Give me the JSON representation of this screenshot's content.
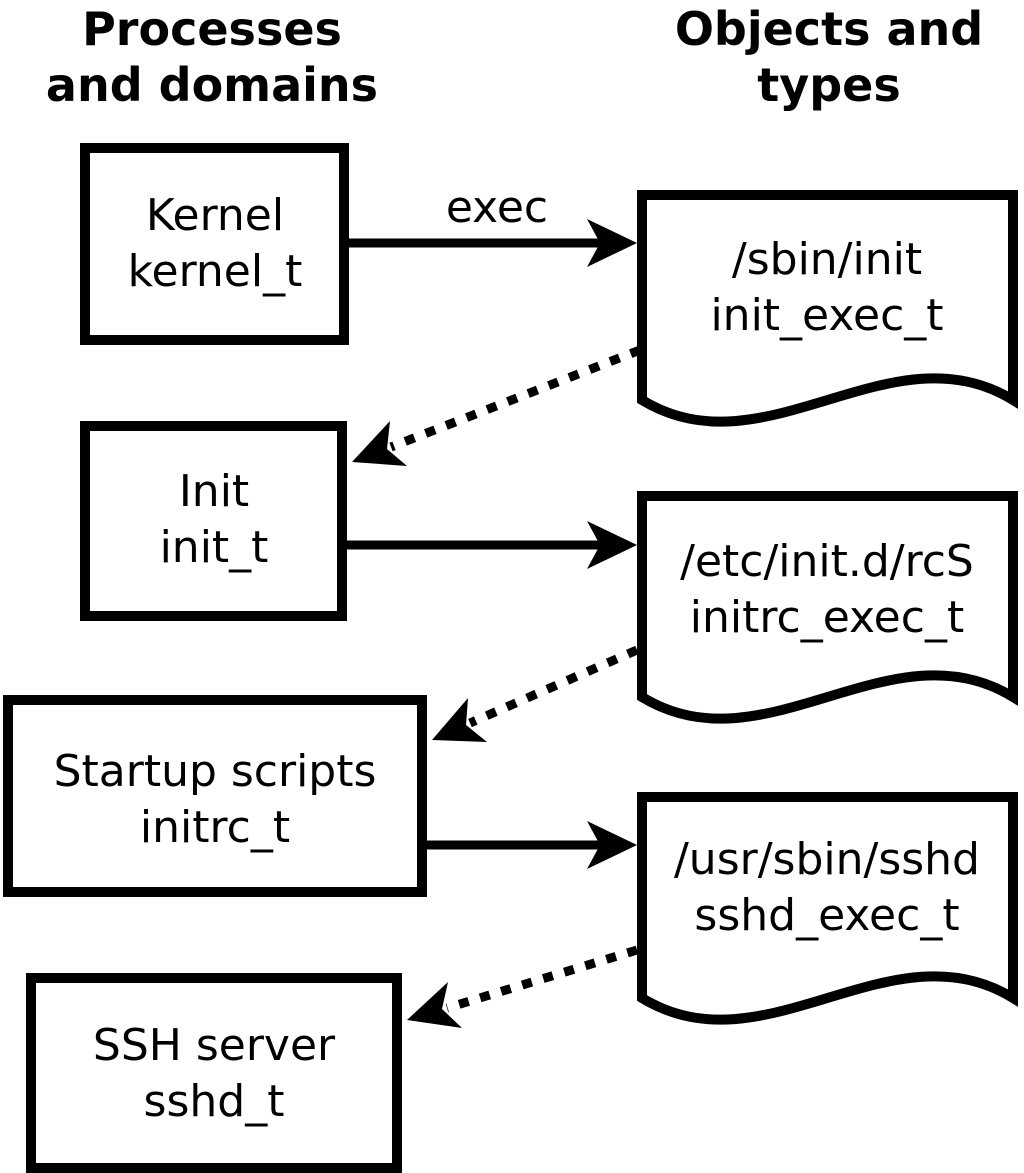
{
  "headers": {
    "left": {
      "line1": "Processes",
      "line2": "and domains"
    },
    "right": {
      "line1": "Objects and",
      "line2": "types"
    }
  },
  "processes": [
    {
      "label": "Kernel",
      "domain": "kernel_t"
    },
    {
      "label": "Init",
      "domain": "init_t"
    },
    {
      "label": "Startup scripts",
      "domain": "initrc_t"
    },
    {
      "label": "SSH server",
      "domain": "sshd_t"
    }
  ],
  "objects": [
    {
      "path": "/sbin/init",
      "type": "init_exec_t"
    },
    {
      "path": "/etc/init.d/rcS",
      "type": "initrc_exec_t"
    },
    {
      "path": "/usr/sbin/sshd",
      "type": "sshd_exec_t"
    }
  ],
  "arrows": {
    "exec_label": "exec"
  },
  "colors": {
    "line": "#000000",
    "text": "#000000",
    "background": "#ffffff"
  }
}
